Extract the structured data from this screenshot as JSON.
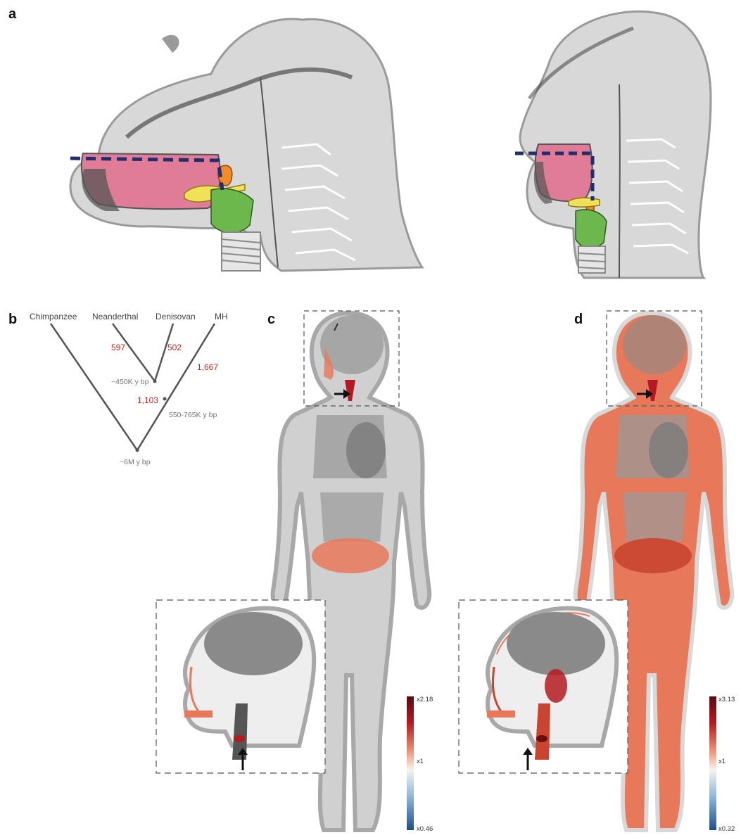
{
  "panels": {
    "a": "a",
    "b": "b",
    "c": "c",
    "d": "d"
  },
  "tree": {
    "taxa": {
      "chimpanzee": "Chimpanzee",
      "neanderthal": "Neanderthal",
      "denisovan": "Denisovan",
      "mh": "MH"
    },
    "counts": {
      "neanderthal": "597",
      "denisovan": "502",
      "mh": "1,667",
      "archaic": "1,103"
    },
    "dates": {
      "archaic_split": "~450K y bp",
      "mh_split": "550-765K y bp",
      "root": "~6M y bp"
    }
  },
  "scale_c": {
    "max": "x2.18",
    "mid": "x1",
    "min": "x0.46"
  },
  "scale_d": {
    "max": "x3.13",
    "mid": "x1",
    "min": "x0.32"
  },
  "colors": {
    "tongue": "#e07b98",
    "hyoid": "#f0e05a",
    "epiglottis": "#f08a2a",
    "larynx": "#6db84c",
    "palate_line": "#1f2f6b",
    "expressed": "#e8785a",
    "strong": "#b51a22",
    "body": "#bdbdbd",
    "organ": "#8a8a8a"
  }
}
